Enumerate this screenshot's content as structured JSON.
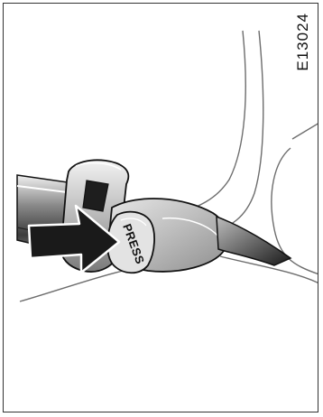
{
  "figure": {
    "code": "E13024",
    "button_label": "PRESS"
  },
  "colors": {
    "line": "#111111",
    "belt_light": "#d7d7d7",
    "belt_mid": "#8c8c8c",
    "belt_dark": "#3a3a3a",
    "metal": "#c9c9c9",
    "arrow_fill": "#1a1a1a"
  },
  "icons": {
    "arrow": "press-direction-arrow"
  }
}
